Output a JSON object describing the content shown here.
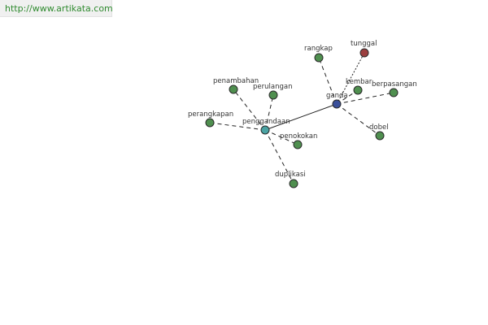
{
  "header": {
    "url": "http://www.artikata.com"
  },
  "graph": {
    "nodes": [
      {
        "id": "ganda",
        "label": "ganda",
        "color": "#3a4f9a"
      },
      {
        "id": "penggandaan",
        "label": "penggandaan",
        "color": "#4aa3a3"
      },
      {
        "id": "rangkap",
        "label": "rangkap",
        "color": "#4f8f4f"
      },
      {
        "id": "tunggal",
        "label": "tunggal",
        "color": "#9b3f3f"
      },
      {
        "id": "kembar",
        "label": "kembar",
        "color": "#4f8f4f"
      },
      {
        "id": "berpasangan",
        "label": "berpasangan",
        "color": "#4f8f4f"
      },
      {
        "id": "dobel",
        "label": "dobel",
        "color": "#4f8f4f"
      },
      {
        "id": "penambahan",
        "label": "penambahan",
        "color": "#4f8f4f"
      },
      {
        "id": "perulangan",
        "label": "perulangan",
        "color": "#4f8f4f"
      },
      {
        "id": "perangkapan",
        "label": "perangkapan",
        "color": "#4f8f4f"
      },
      {
        "id": "penokokan",
        "label": "penokokan",
        "color": "#4f8f4f"
      },
      {
        "id": "duplikasi",
        "label": "duplikasi",
        "color": "#4f8f4f"
      }
    ],
    "edges": [
      {
        "from": "ganda",
        "to": "penggandaan",
        "style": "solid"
      },
      {
        "from": "ganda",
        "to": "rangkap",
        "style": "dashed"
      },
      {
        "from": "ganda",
        "to": "tunggal",
        "style": "dotted"
      },
      {
        "from": "ganda",
        "to": "kembar",
        "style": "dashed"
      },
      {
        "from": "ganda",
        "to": "berpasangan",
        "style": "dashed"
      },
      {
        "from": "ganda",
        "to": "dobel",
        "style": "dashed"
      },
      {
        "from": "penggandaan",
        "to": "penambahan",
        "style": "dashed"
      },
      {
        "from": "penggandaan",
        "to": "perulangan",
        "style": "dashed"
      },
      {
        "from": "penggandaan",
        "to": "perangkapan",
        "style": "dashed"
      },
      {
        "from": "penggandaan",
        "to": "penokokan",
        "style": "dashed"
      },
      {
        "from": "penggandaan",
        "to": "duplikasi",
        "style": "dashed"
      }
    ]
  }
}
